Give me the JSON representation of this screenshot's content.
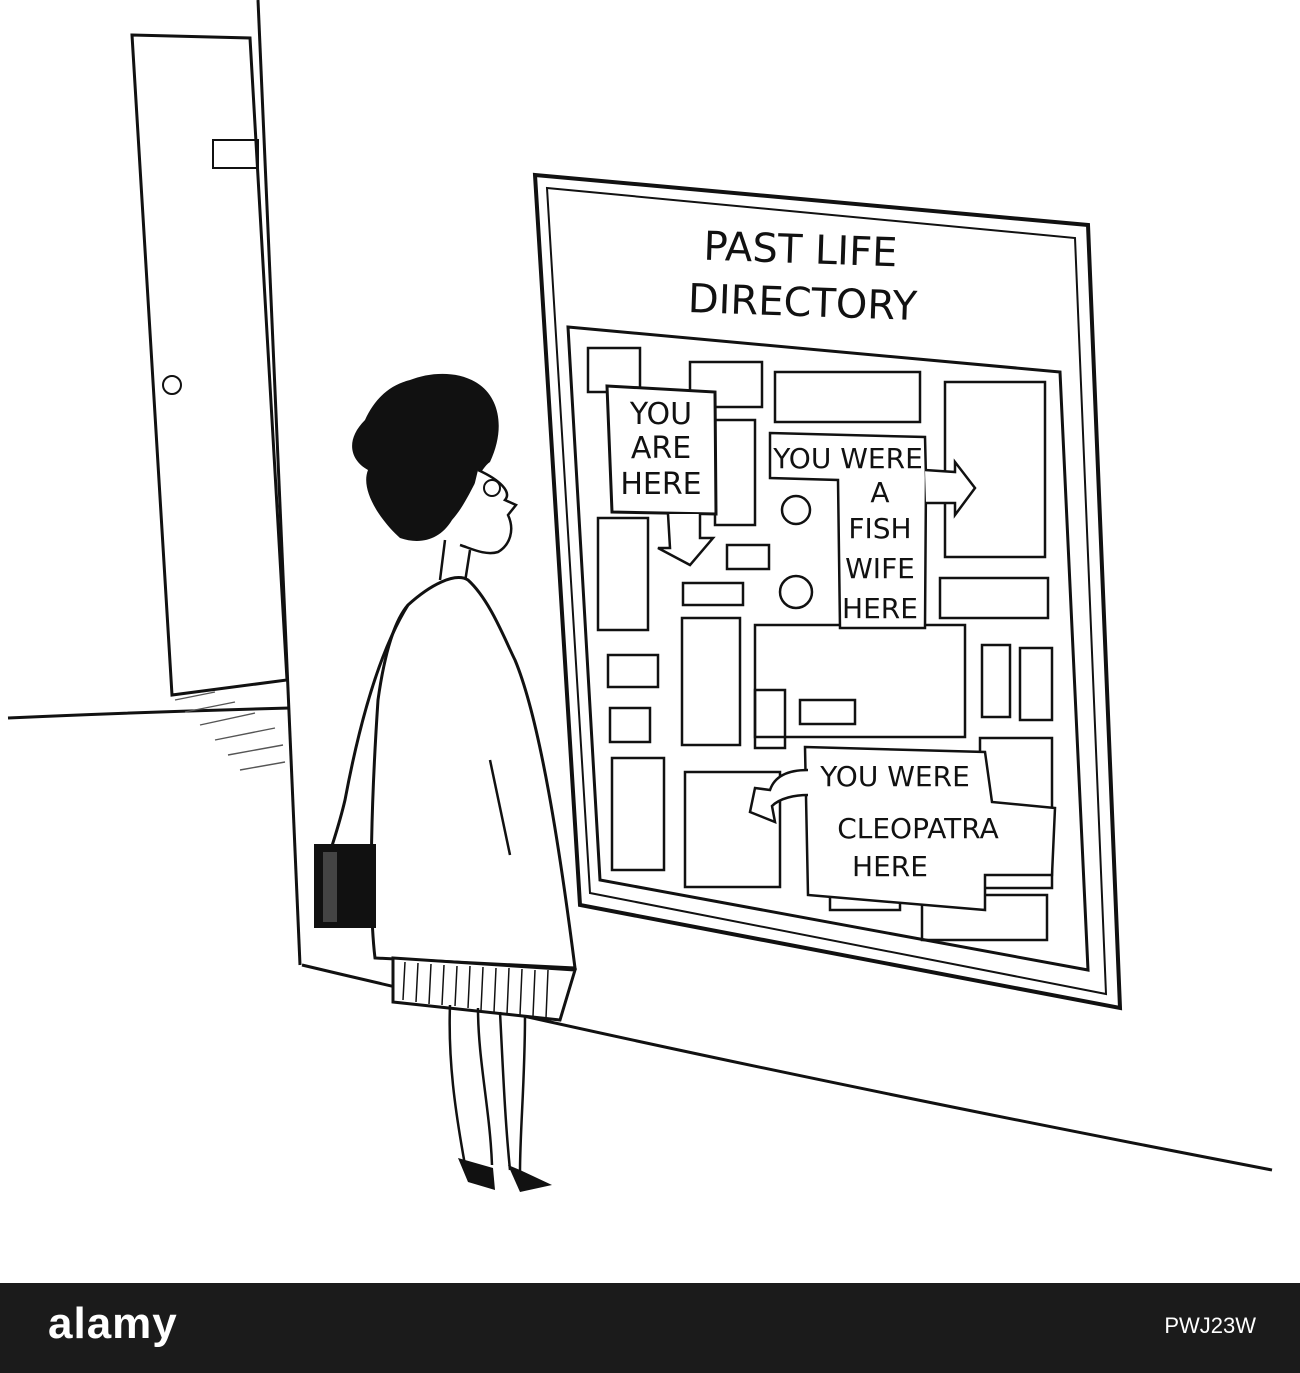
{
  "directory": {
    "title_line1": "PAST LIFE",
    "title_line2": "DIRECTORY"
  },
  "labels": {
    "you_are_here": [
      "YOU",
      "ARE",
      "HERE"
    ],
    "fish_wife": [
      "YOU WERE",
      "A",
      "FISH",
      "WIFE",
      "HERE"
    ],
    "cleopatra": [
      "YOU WERE",
      "CLEOPATRA",
      "HERE"
    ]
  },
  "footer": {
    "brand": "alamy",
    "image_id": "PWJ23W"
  },
  "colors": {
    "ink": "#111111",
    "paper": "#ffffff",
    "footer_bg": "#1b1b1b"
  }
}
